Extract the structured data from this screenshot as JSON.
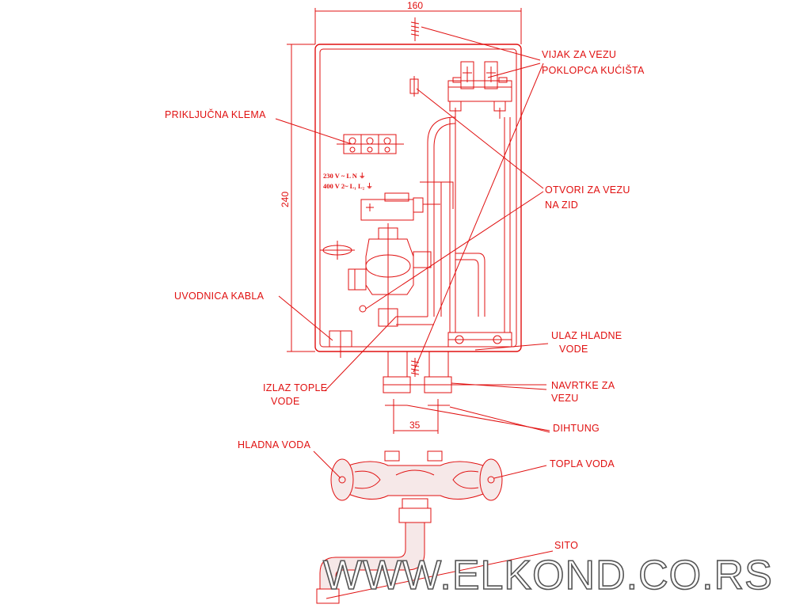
{
  "dimensions": {
    "width": "160",
    "height": "240",
    "spacing": "35"
  },
  "terminal": {
    "row1": "230 V ~  L      N      ⏚",
    "row2": "400 V 2~ L₁    L₂     ⏚"
  },
  "labels": {
    "vijak_line1": "VIJAK ZA VEZU",
    "vijak_line2": "POKLOPCA KUĆIŠTA",
    "prikljucna": "PRIKLJUČNA KLEMA",
    "otvori_line1": "OTVORI ZA VEZU",
    "otvori_line2": "NA ZID",
    "uvodnica": "UVODNICA KABLA",
    "ulaz_line1": "ULAZ HLADNE",
    "ulaz_line2": "VODE",
    "izlaz_line1": "IZLAZ TOPLE",
    "izlaz_line2": "VODE",
    "navrtke_line1": "NAVRTKE ZA",
    "navrtke_line2": "VEZU",
    "dihtung": "DIHTUNG",
    "hladna": "HLADNA VODA",
    "topla": "TOPLA VODA",
    "sito": "SITO"
  },
  "watermark": "WWW.ELKOND.CO.RS",
  "colors": {
    "drawing": "#e01010",
    "watermark_outline": "#555555"
  }
}
